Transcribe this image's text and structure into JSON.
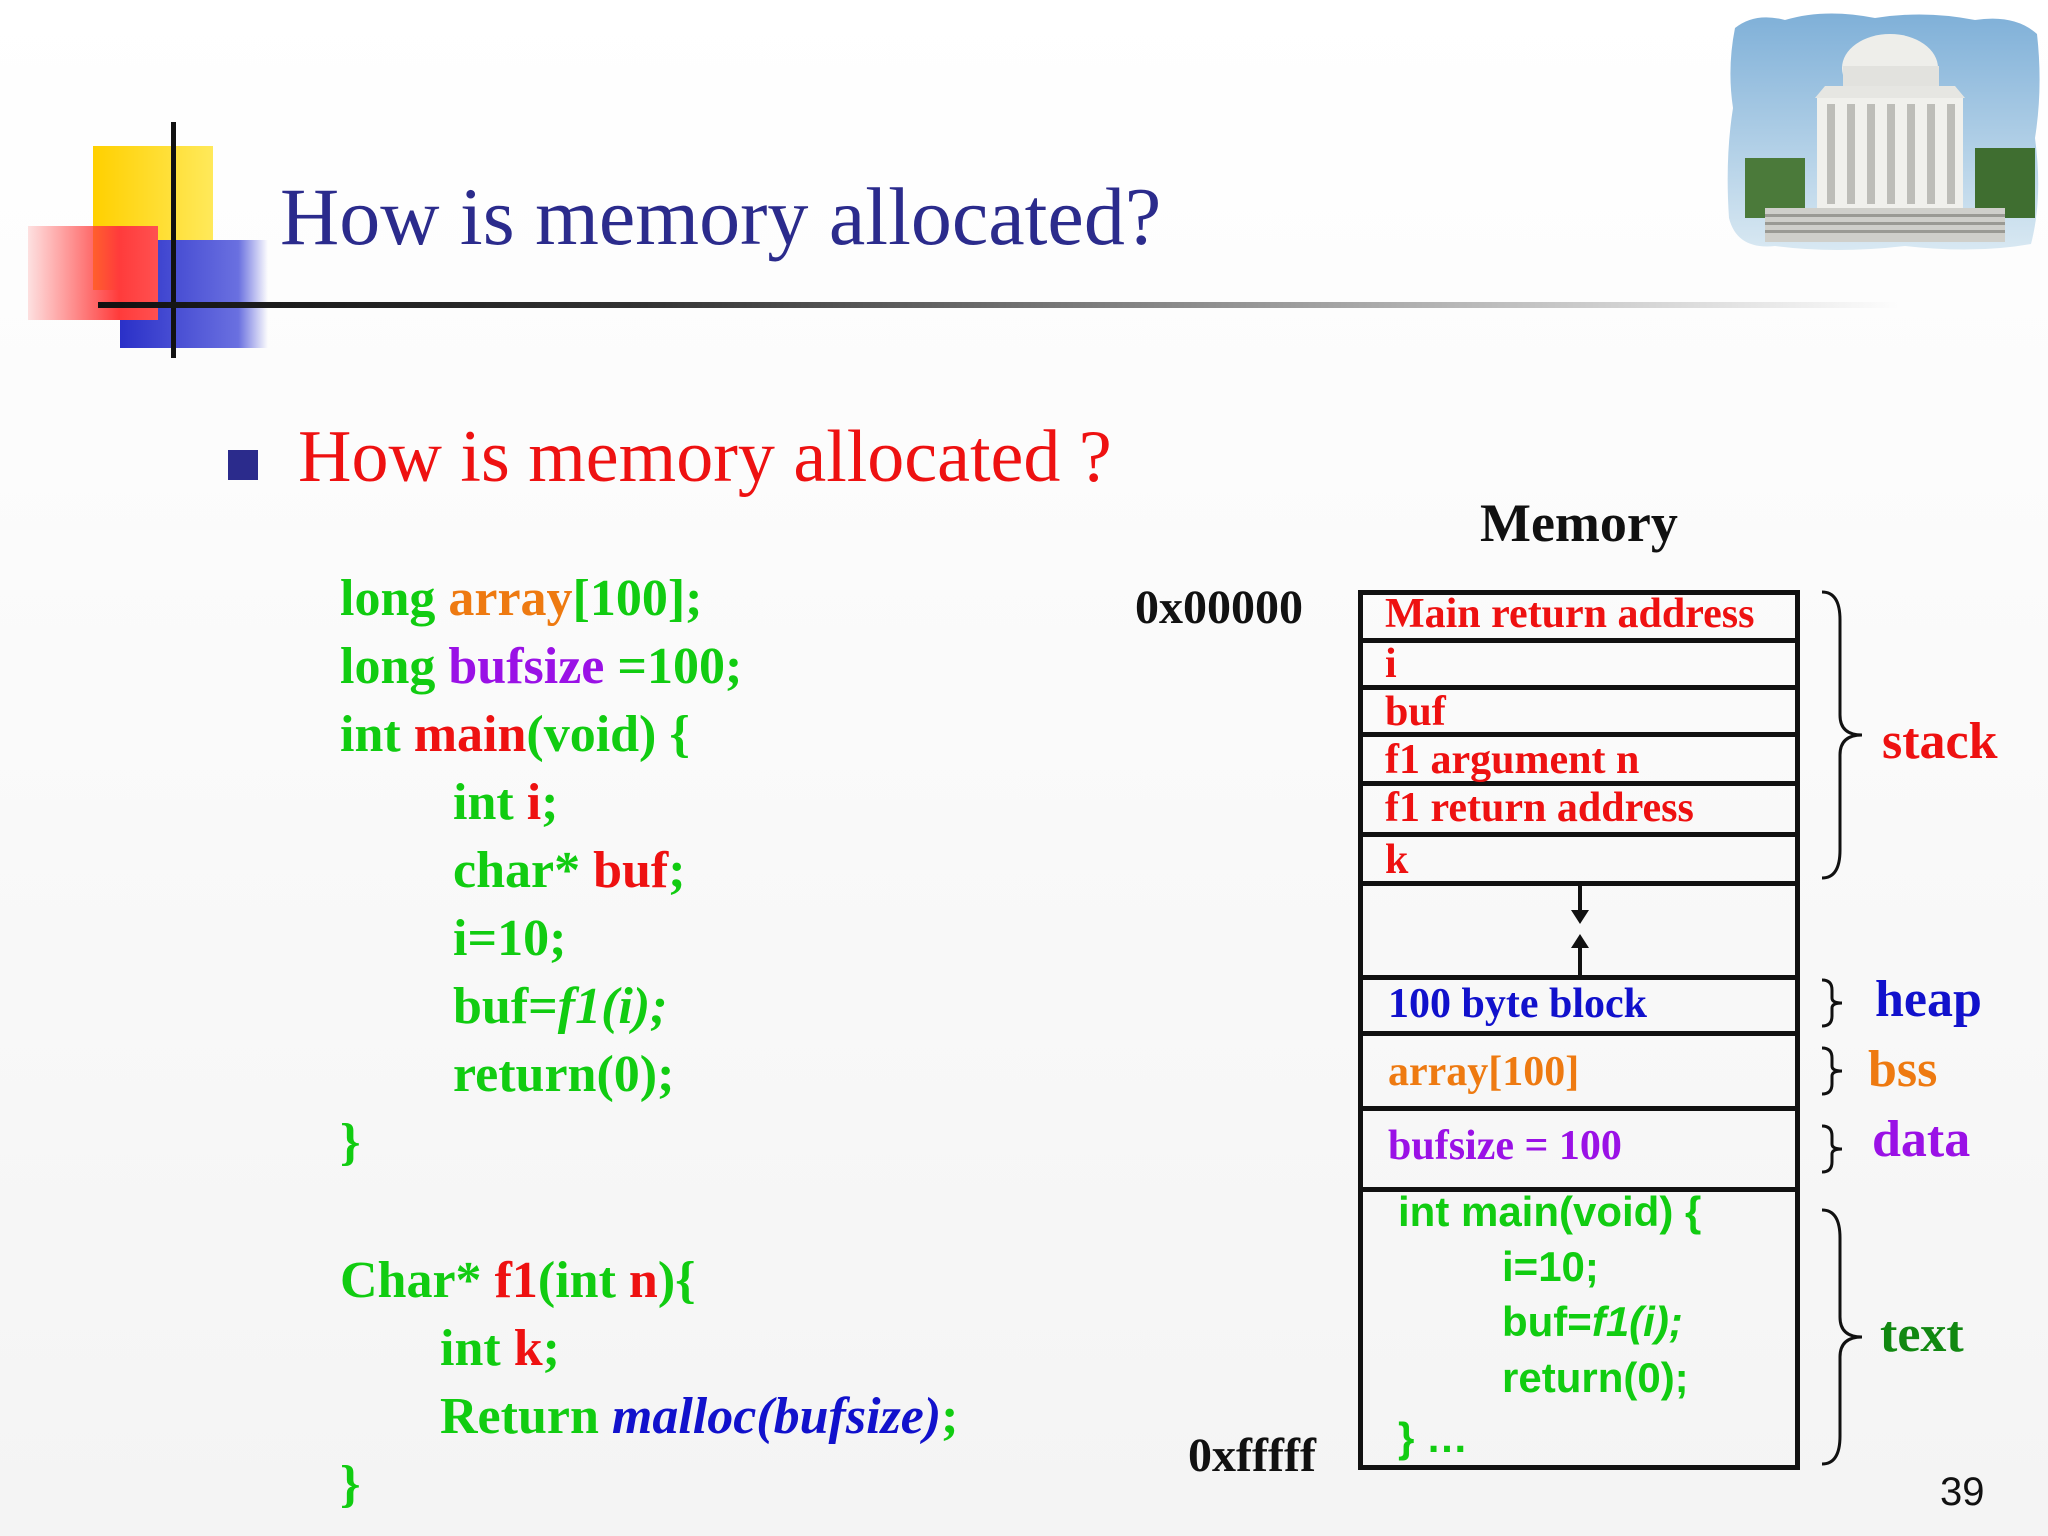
{
  "slide": {
    "title": "How is memory allocated?",
    "bullet": "How is memory allocated ?",
    "page_number": "39"
  },
  "code": {
    "line1": [
      "long ",
      "array",
      "[100];"
    ],
    "line2": [
      "long ",
      "bufsize",
      " =100;"
    ],
    "line3": [
      "int ",
      "main",
      "(void) {"
    ],
    "line4": [
      "int ",
      "i",
      ";"
    ],
    "line5": [
      "char* ",
      "buf",
      ";"
    ],
    "line6": "i=10;",
    "line7": [
      "buf=",
      "f1(i);"
    ],
    "line8": "return(0);",
    "line9": "}",
    "line10": [
      "Char* ",
      "f1",
      "(int ",
      "n",
      "){"
    ],
    "line11": [
      "int ",
      "k",
      ";"
    ],
    "line12": [
      "Return ",
      "malloc(bufsize)",
      ";"
    ],
    "line13": "}"
  },
  "memory": {
    "title": "Memory",
    "addr_low": "0x00000",
    "addr_high": "0xfffff",
    "stack_cells": [
      "Main return address",
      "i",
      "buf",
      "f1 argument n",
      "f1 return address",
      "k"
    ],
    "heap_cell": "100 byte block",
    "bss_cell": "array[100]",
    "data_cell": "bufsize = 100",
    "text_cell": [
      "int main(void) {",
      "i=10;",
      "buf=",
      "f1(i);",
      "return(0);",
      "} …"
    ],
    "segments": {
      "stack": "stack",
      "heap": "heap",
      "bss": "bss",
      "data": "data",
      "text": "text"
    }
  },
  "colors": {
    "title": "#2b2b8c",
    "red": "#ee1111",
    "green": "#11cc11",
    "orange": "#ee7a11",
    "purple": "#9a11e6",
    "blue": "#1111cc"
  },
  "icons": [
    "building-photo",
    "square-bullet"
  ]
}
